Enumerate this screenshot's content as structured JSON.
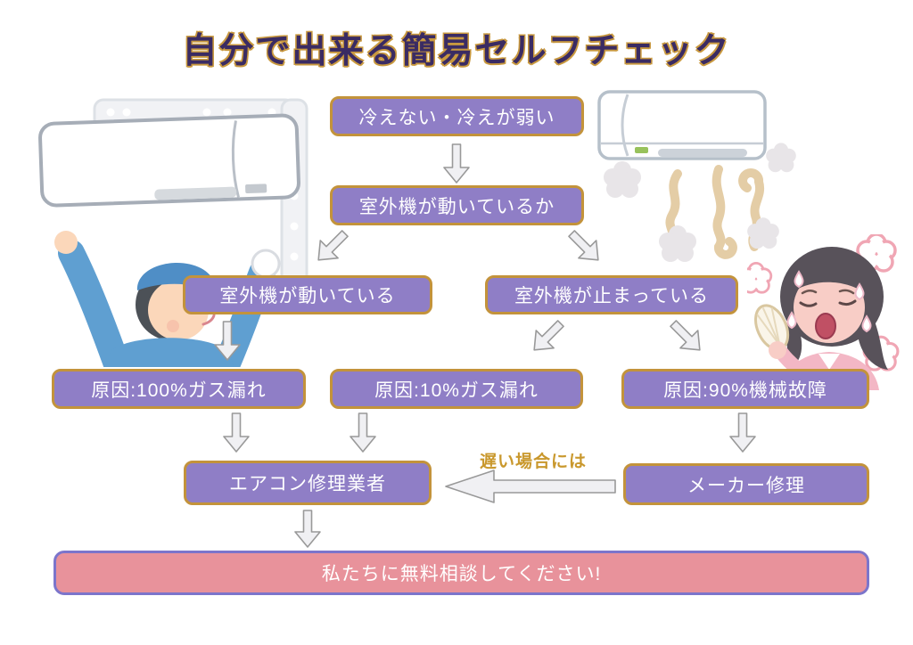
{
  "title": "自分で出来る簡易セルフチェック",
  "flowchart": {
    "nodes": {
      "symptom": "冷えない・冷えが弱い",
      "check_outdoor_unit": "室外機が動いているか",
      "outdoor_running": "室外機が動いている",
      "outdoor_stopped": "室外機が止まっている",
      "cause_gas_100": "原因:100%ガス漏れ",
      "cause_gas_10": "原因:10%ガス漏れ",
      "cause_mechanical_90": "原因:90%機械故障",
      "aircon_repair_company": "エアコン修理業者",
      "maker_repair": "メーカー修理",
      "cta": "私たちに無料相談してください!"
    },
    "arrow_label": "遅い場合には"
  },
  "illustrations": {
    "left": "worker-installing-ac",
    "top_right": "broken-ac-blowing-warm-air",
    "right": "sweating-woman"
  },
  "colors": {
    "node_fill": "#8f7ec6",
    "node_border": "#c3933b",
    "node_text": "#ffffff",
    "cta_fill": "#e8929b",
    "cta_border": "#7c75cb",
    "title_text": "#3a2b63",
    "title_outline": "#c9993f",
    "arrow_label_text": "#c9982d",
    "arrow_fill": "#f0f0f3",
    "arrow_stroke": "#999999"
  }
}
